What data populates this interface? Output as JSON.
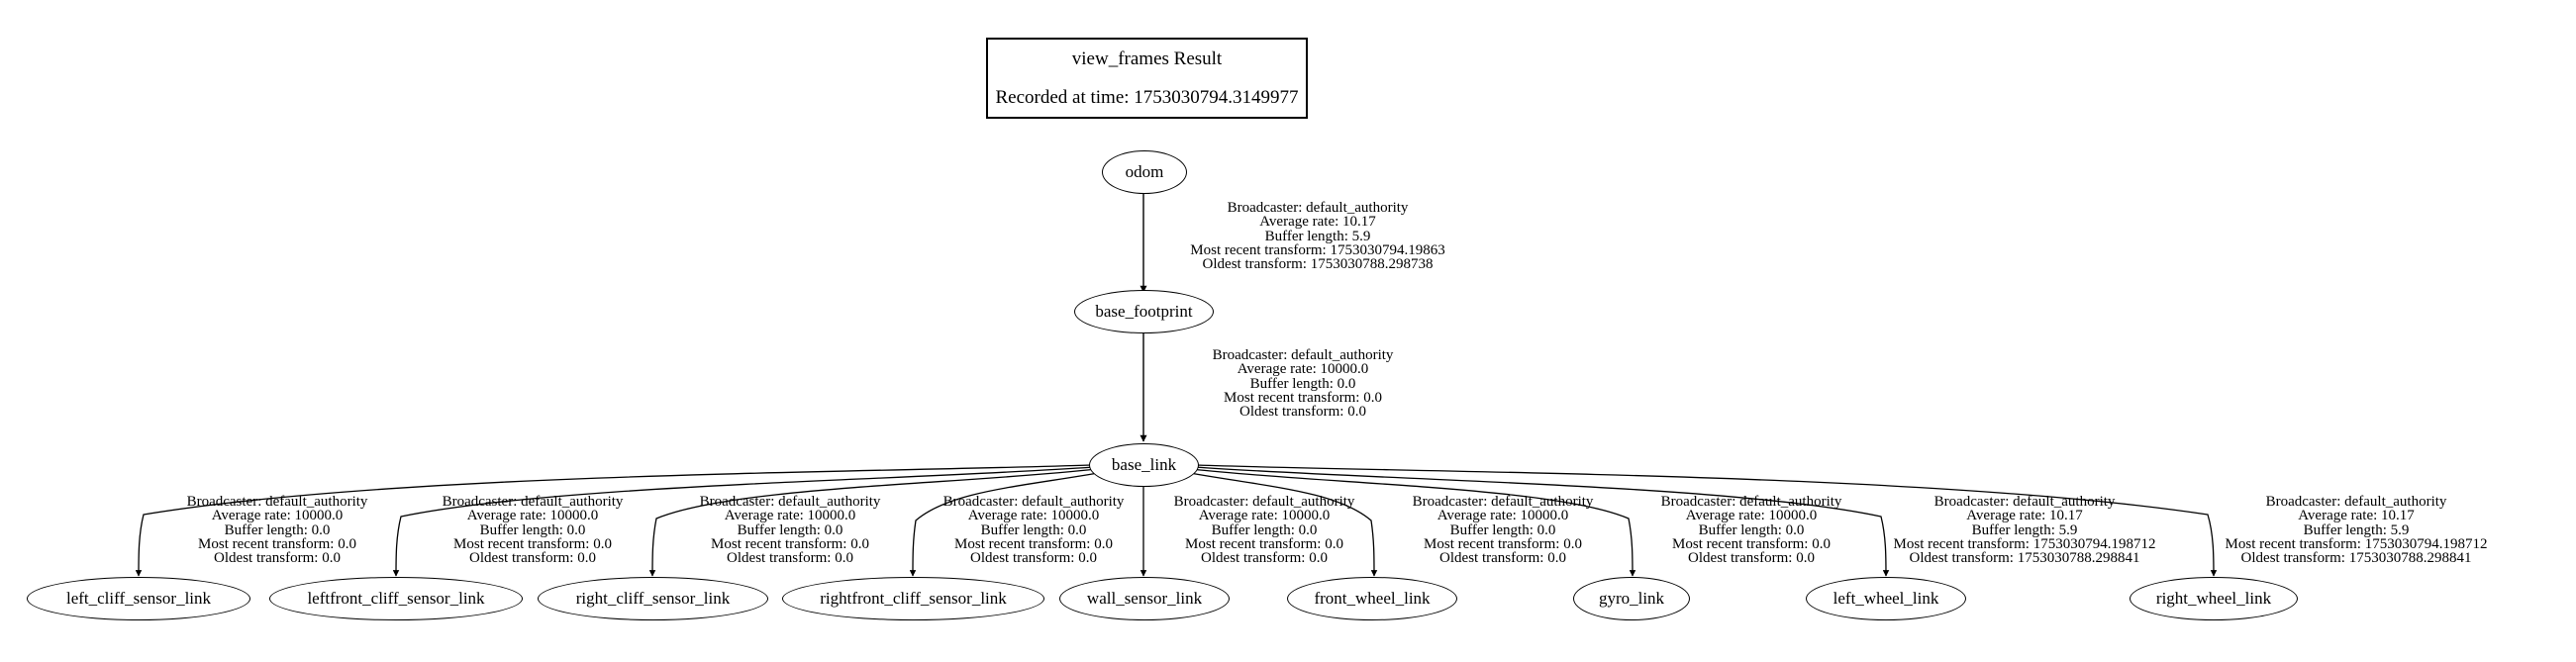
{
  "diagram": {
    "kind": "tf-tree",
    "background_color": "#ffffff",
    "line_color": "#000000",
    "title_box": {
      "line1": "view_frames Result",
      "line2": "Recorded at time: 1753030794.3149977"
    },
    "nodes": [
      {
        "id": "odom",
        "label": "odom"
      },
      {
        "id": "base_footprint",
        "label": "base_footprint"
      },
      {
        "id": "base_link",
        "label": "base_link"
      },
      {
        "id": "left_cliff_sensor_link",
        "label": "left_cliff_sensor_link"
      },
      {
        "id": "leftfront_cliff_sensor_link",
        "label": "leftfront_cliff_sensor_link"
      },
      {
        "id": "right_cliff_sensor_link",
        "label": "right_cliff_sensor_link"
      },
      {
        "id": "rightfront_cliff_sensor_link",
        "label": "rightfront_cliff_sensor_link"
      },
      {
        "id": "wall_sensor_link",
        "label": "wall_sensor_link"
      },
      {
        "id": "front_wheel_link",
        "label": "front_wheel_link"
      },
      {
        "id": "gyro_link",
        "label": "gyro_link"
      },
      {
        "id": "left_wheel_link",
        "label": "left_wheel_link"
      },
      {
        "id": "right_wheel_link",
        "label": "right_wheel_link"
      }
    ],
    "edges": [
      {
        "from": "odom",
        "to": "base_footprint",
        "broadcaster": "Broadcaster: default_authority",
        "average_rate": "Average rate: 10.17",
        "buffer_length": "Buffer length: 5.9",
        "most_recent_transform": "Most recent transform: 1753030794.19863",
        "oldest_transform": "Oldest transform: 1753030788.298738"
      },
      {
        "from": "base_footprint",
        "to": "base_link",
        "broadcaster": "Broadcaster: default_authority",
        "average_rate": "Average rate: 10000.0",
        "buffer_length": "Buffer length: 0.0",
        "most_recent_transform": "Most recent transform: 0.0",
        "oldest_transform": "Oldest transform: 0.0"
      },
      {
        "from": "base_link",
        "to": "left_cliff_sensor_link",
        "broadcaster": "Broadcaster: default_authority",
        "average_rate": "Average rate: 10000.0",
        "buffer_length": "Buffer length: 0.0",
        "most_recent_transform": "Most recent transform: 0.0",
        "oldest_transform": "Oldest transform: 0.0"
      },
      {
        "from": "base_link",
        "to": "leftfront_cliff_sensor_link",
        "broadcaster": "Broadcaster: default_authority",
        "average_rate": "Average rate: 10000.0",
        "buffer_length": "Buffer length: 0.0",
        "most_recent_transform": "Most recent transform: 0.0",
        "oldest_transform": "Oldest transform: 0.0"
      },
      {
        "from": "base_link",
        "to": "right_cliff_sensor_link",
        "broadcaster": "Broadcaster: default_authority",
        "average_rate": "Average rate: 10000.0",
        "buffer_length": "Buffer length: 0.0",
        "most_recent_transform": "Most recent transform: 0.0",
        "oldest_transform": "Oldest transform: 0.0"
      },
      {
        "from": "base_link",
        "to": "rightfront_cliff_sensor_link",
        "broadcaster": "Broadcaster: default_authority",
        "average_rate": "Average rate: 10000.0",
        "buffer_length": "Buffer length: 0.0",
        "most_recent_transform": "Most recent transform: 0.0",
        "oldest_transform": "Oldest transform: 0.0"
      },
      {
        "from": "base_link",
        "to": "wall_sensor_link",
        "broadcaster": "Broadcaster: default_authority",
        "average_rate": "Average rate: 10000.0",
        "buffer_length": "Buffer length: 0.0",
        "most_recent_transform": "Most recent transform: 0.0",
        "oldest_transform": "Oldest transform: 0.0"
      },
      {
        "from": "base_link",
        "to": "front_wheel_link",
        "broadcaster": "Broadcaster: default_authority",
        "average_rate": "Average rate: 10000.0",
        "buffer_length": "Buffer length: 0.0",
        "most_recent_transform": "Most recent transform: 0.0",
        "oldest_transform": "Oldest transform: 0.0"
      },
      {
        "from": "base_link",
        "to": "gyro_link",
        "broadcaster": "Broadcaster: default_authority",
        "average_rate": "Average rate: 10000.0",
        "buffer_length": "Buffer length: 0.0",
        "most_recent_transform": "Most recent transform: 0.0",
        "oldest_transform": "Oldest transform: 0.0"
      },
      {
        "from": "base_link",
        "to": "left_wheel_link",
        "broadcaster": "Broadcaster: default_authority",
        "average_rate": "Average rate: 10.17",
        "buffer_length": "Buffer length: 5.9",
        "most_recent_transform": "Most recent transform: 1753030794.198712",
        "oldest_transform": "Oldest transform: 1753030788.298841"
      },
      {
        "from": "base_link",
        "to": "right_wheel_link",
        "broadcaster": "Broadcaster: default_authority",
        "average_rate": "Average rate: 10.17",
        "buffer_length": "Buffer length: 5.9",
        "most_recent_transform": "Most recent transform: 1753030794.198712",
        "oldest_transform": "Oldest transform: 1753030788.298841"
      }
    ]
  }
}
